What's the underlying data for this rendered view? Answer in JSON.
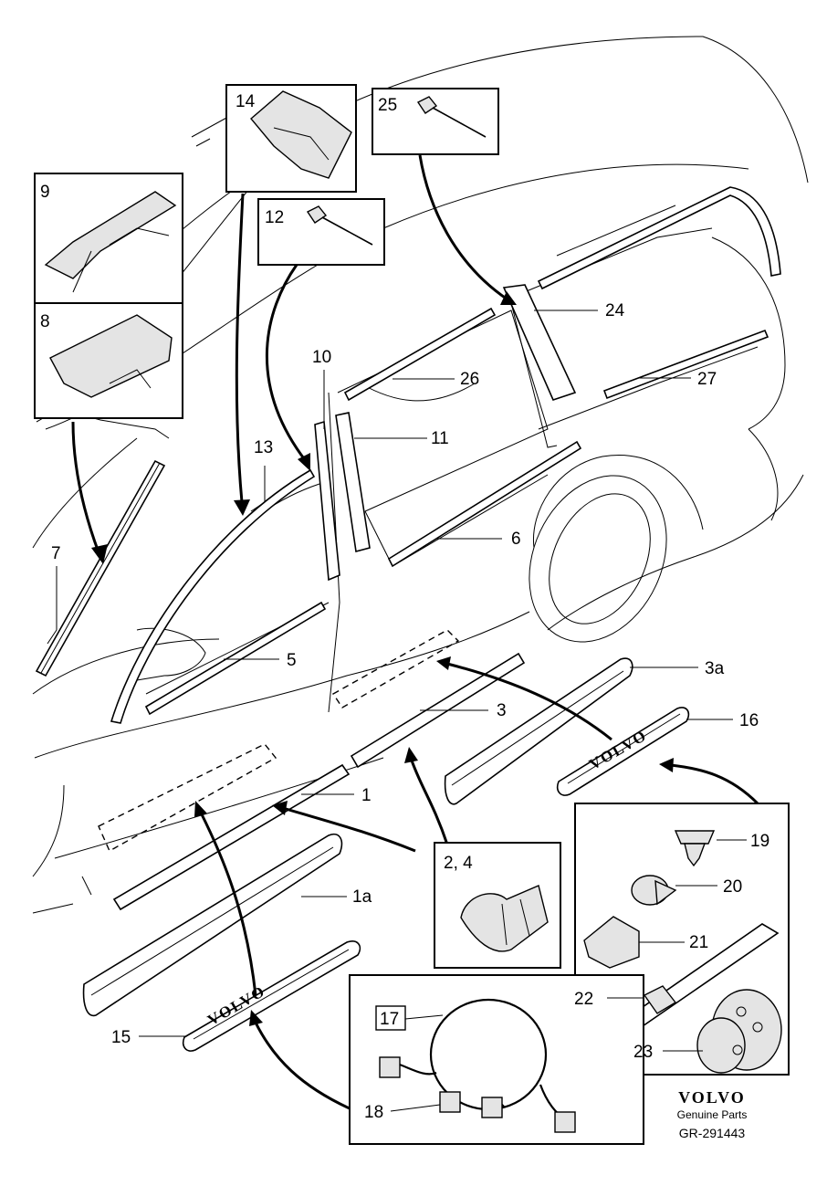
{
  "labels": {
    "p1": "1",
    "p1a": "1a",
    "p3": "3",
    "p3a": "3a",
    "p5": "5",
    "p6": "6",
    "p7": "7",
    "p8": "8",
    "p9": "9",
    "p10": "10",
    "p11": "11",
    "p12": "12",
    "p13": "13",
    "p14": "14",
    "p15": "15",
    "p16": "16",
    "p17": "17",
    "p18": "18",
    "p19": "19",
    "p20": "20",
    "p21": "21",
    "p22": "22",
    "p23": "23",
    "p24": "24",
    "p25": "25",
    "p26": "26",
    "p27": "27",
    "p2_4": "2, 4"
  },
  "sill_text": "VOLVO",
  "footer": {
    "brand": "VOLVO",
    "subtitle": "Genuine Parts",
    "ref": "GR-291443"
  }
}
